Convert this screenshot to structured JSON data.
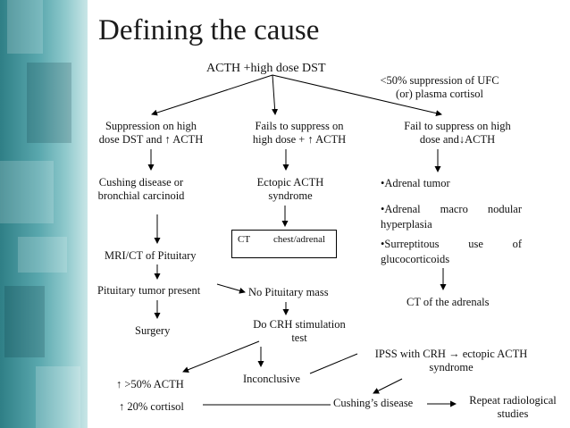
{
  "title": "Defining the cause",
  "nodes": {
    "acth_dst": "ACTH +high dose DST",
    "ufc_line1": "<50% suppression of UFC",
    "ufc_line2": "(or) plasma cortisol",
    "suppress_line1": "Suppression on high",
    "suppress_line2": "dose DST and ↑ ACTH",
    "fails_line1": "Fails to suppress on",
    "fails_line2": "high dose + ↑ ACTH",
    "fail_right_line1": "Fail to suppress on high",
    "fail_right_line2": "dose and↓ACTH",
    "cushing_line1": "Cushing disease or",
    "cushing_line2": "bronchial carcinoid",
    "ectopic_line1": "Ectopic ACTH",
    "ectopic_line2": "syndrome",
    "ct_label": "CT",
    "ct_target": "chest/adrenal",
    "bullets": {
      "adrenal_tumor": "•Adrenal tumor",
      "hyperplasia_w1": "•Adrenal",
      "hyperplasia_w2": "macro",
      "hyperplasia_w3": "nodular",
      "hyperplasia_line2": "hyperplasia",
      "surreptitious_w1": "•Surreptitous",
      "surreptitious_w2": "use",
      "surreptitious_w3": "of",
      "surreptitious_line2": "glucocorticoids"
    },
    "mri_ct": "MRI/CT of Pituitary",
    "ct_adrenals": "CT of the adrenals",
    "tumor_present": "Pituitary tumor present",
    "no_mass": "No Pituitary mass",
    "surgery": "Surgery",
    "crh_line1": "Do CRH stimulation",
    "crh_line2": "test",
    "ipss_line1": "IPSS with CRH",
    "ipss_arrow": "→",
    "ipss_tail": "ectopic ACTH",
    "ipss_line2": "syndrome",
    "acth_rise": "↑ >50% ACTH",
    "inconclusive": "Inconclusive",
    "cortisol_rise": "↑ 20% cortisol",
    "cushings_disease": "Cushing’s disease",
    "repeat_line1": "Repeat radiological",
    "repeat_line2": "studies"
  }
}
